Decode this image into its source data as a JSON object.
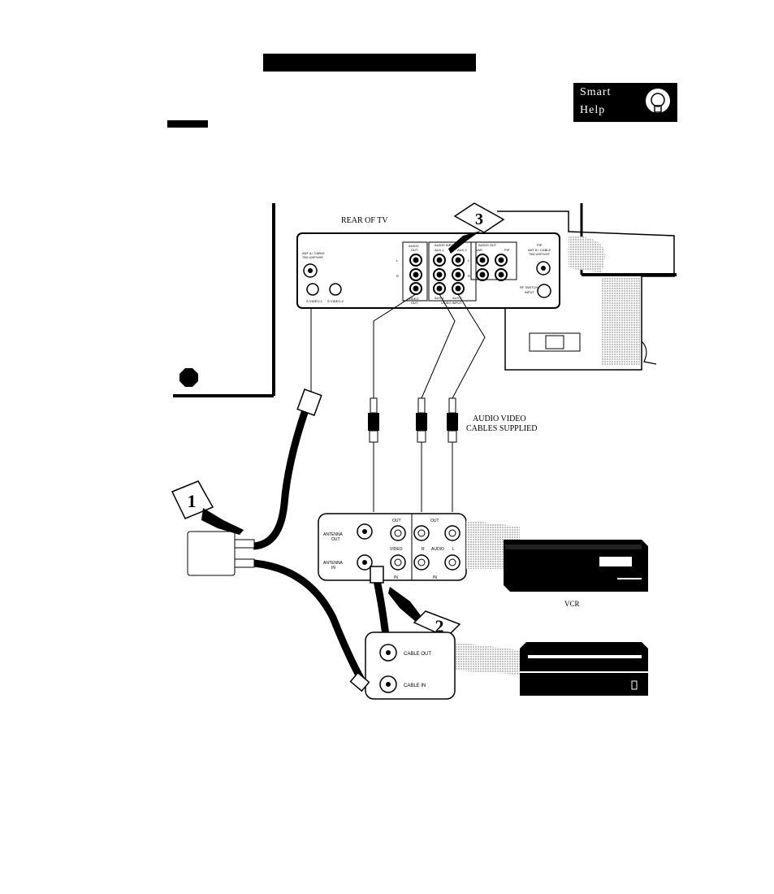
{
  "smart_help": {
    "word1": "Smart",
    "word2": "Help"
  },
  "labels": {
    "rear_of_tv": "REAR OF TV",
    "audio_video_cables": [
      "AUDIO VIDEO",
      "CABLES SUPPLIED"
    ],
    "vcr": "VCR",
    "stop": "STOP",
    "step1": "1",
    "step2": "2",
    "step3": "3"
  },
  "tv_panel": {
    "ant_a": [
      "ANT A / CABLE",
      "75Ω UHF/VHF"
    ],
    "svideo1": "S-VIDEO-1",
    "svideo2": "S-VIDEO-2",
    "audio_out": [
      "AUDIO",
      "OUT"
    ],
    "video_out": [
      "VIDEO",
      "OUT"
    ],
    "audio_input": "AUDIO INPUT",
    "aux1_top": "AUX 1",
    "aux2_top": "AUX 2",
    "audio_out2": "AUDIO OUT",
    "var": "VAR",
    "pip": "PIP",
    "l": "L",
    "r": "R",
    "aux1_bottom": "AUX 1",
    "aux2_bottom": "AUX 2",
    "video_input": "VIDEO INPUT",
    "pip_ant_b": [
      "PIP",
      "ANT B / CABLE",
      "75Ω UHF/VHF"
    ],
    "rf_switch": [
      "RF SWITCH",
      "INPUT"
    ]
  },
  "vcr_panel": {
    "antenna_out": [
      "ANTENNA",
      "OUT"
    ],
    "antenna_in": [
      "ANTENNA",
      "IN"
    ],
    "out": "OUT",
    "out2": "OUT",
    "video": "VIDEO",
    "in": "IN",
    "in2": "IN",
    "r": "R",
    "audio": "AUDIO",
    "l": "L"
  },
  "cable_box": {
    "cable_out": "CABLE OUT",
    "cable_in": "CABLE IN"
  }
}
